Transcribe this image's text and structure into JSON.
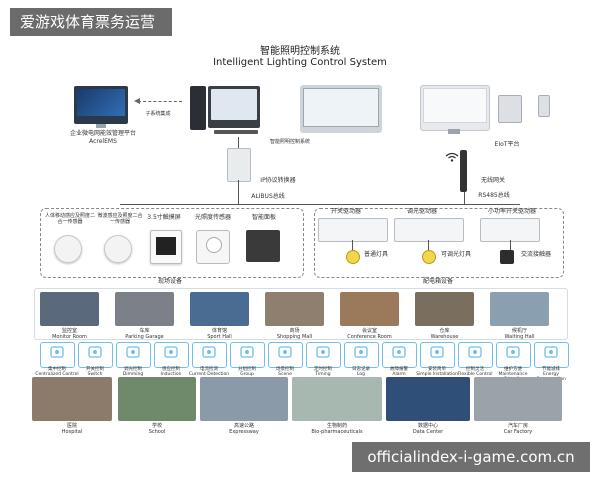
{
  "watermark_top": "爱游戏体育票务运营",
  "watermark_bottom": "officialindex-i-game.com.cn",
  "title_cn": "智能照明控制系统",
  "title_en": "Intelligent Lighting Control System",
  "top_devices": {
    "ems_label_cn": "企业微电网能效管理平台",
    "ems_label_en": "AcrelEMS",
    "integration_label": "子系统集成",
    "host_label": "智能照明控制系统",
    "eiot_label": "EIoT平台"
  },
  "gateways": {
    "ip_converter": "IP协议转换器",
    "alibus": "ALIBUS总线",
    "wireless": "无线网关",
    "rs485": "RS485总线"
  },
  "field": {
    "sensor1": "人体移动感应及照度二合一传感器",
    "sensor2": "微波感应及照度二合一传感器",
    "touch": "3.5寸触摸屏",
    "lux": "光照度传感器",
    "panel": "智能面板",
    "group_label": "现场设备"
  },
  "cabinet": {
    "switch_driver": "开关驱动器",
    "dimmer_driver": "调光驱动器",
    "small_switch": "小功率开关驱动器",
    "normal_light": "普通灯具",
    "dim_light": "可调光灯具",
    "contactor": "交流接触器",
    "group_label": "配电箱设备"
  },
  "scenes": [
    {
      "cn": "监控室",
      "en": "Monitor Room",
      "color": "#5a6a7c"
    },
    {
      "cn": "车库",
      "en": "Parking Garage",
      "color": "#7c8088"
    },
    {
      "cn": "体育馆",
      "en": "Sport Hall",
      "color": "#4a6c92"
    },
    {
      "cn": "商场",
      "en": "Shopping Mall",
      "color": "#8e7f6f"
    },
    {
      "cn": "会议室",
      "en": "Conference Room",
      "color": "#9a7a5a"
    },
    {
      "cn": "仓库",
      "en": "Warehouse",
      "color": "#7a6e5e"
    },
    {
      "cn": "候机厅",
      "en": "Waiting Hall",
      "color": "#8aa0b0"
    }
  ],
  "functions": [
    {
      "cn": "集中控制",
      "en": "Centralized Control"
    },
    {
      "cn": "开关控制",
      "en": "Switch"
    },
    {
      "cn": "调光控制",
      "en": "Dimming"
    },
    {
      "cn": "感应控制",
      "en": "Induction"
    },
    {
      "cn": "电流检测",
      "en": "Current Detection"
    },
    {
      "cn": "分组控制",
      "en": "Group"
    },
    {
      "cn": "场景控制",
      "en": "Scene"
    },
    {
      "cn": "定时控制",
      "en": "Timing"
    },
    {
      "cn": "日志记录",
      "en": "Log"
    },
    {
      "cn": "故障报警",
      "en": "Alarm"
    },
    {
      "cn": "安装简单",
      "en": "Simple Installation"
    },
    {
      "cn": "控制灵活",
      "en": "Flexible Control"
    },
    {
      "cn": "维护方便",
      "en": "Maintenance Friendly"
    },
    {
      "cn": "节能减排",
      "en": "Energy Conservation"
    }
  ],
  "applications": [
    {
      "cn": "医院",
      "en": "Hospital",
      "color": "#8c7a6a"
    },
    {
      "cn": "学校",
      "en": "School",
      "color": "#6f8a6a"
    },
    {
      "cn": "高速公路",
      "en": "Expressway",
      "color": "#8a9aa8"
    },
    {
      "cn": "生物制药",
      "en": "Bio-pharmaceuticals",
      "color": "#a6b8b0"
    },
    {
      "cn": "数据中心",
      "en": "Data Center",
      "color": "#2f4e78"
    },
    {
      "cn": "汽车厂房",
      "en": "Car Factory",
      "color": "#9aa2aa"
    }
  ],
  "accent": "#6ec0e8"
}
